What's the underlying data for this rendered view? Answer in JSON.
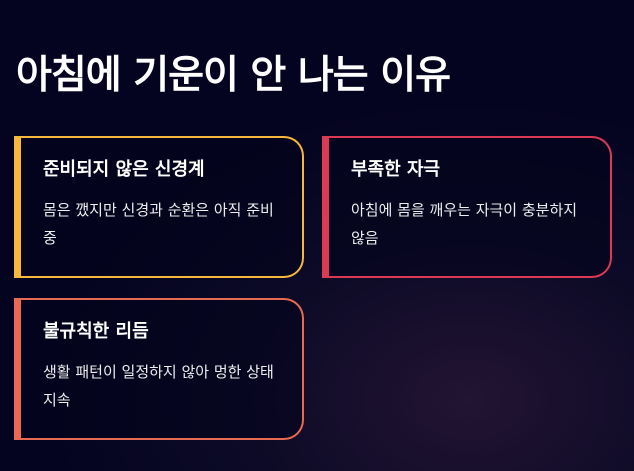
{
  "page": {
    "title": "아침에 기운이 안 나는 이유"
  },
  "cards": [
    {
      "title": "준비되지 않은 신경계",
      "desc": "몸은 깼지만 신경과 순환은 아직 준비 중",
      "color": "#f5b73c"
    },
    {
      "title": "부족한 자극",
      "desc": "아침에 몸을 깨우는 자극이 충분하지 않음",
      "color": "#dc3a54"
    },
    {
      "title": "불규칙한 리듬",
      "desc": "생활 패턴이 일정하지 않아 멍한 상태 지속",
      "color": "#e86a52"
    }
  ]
}
